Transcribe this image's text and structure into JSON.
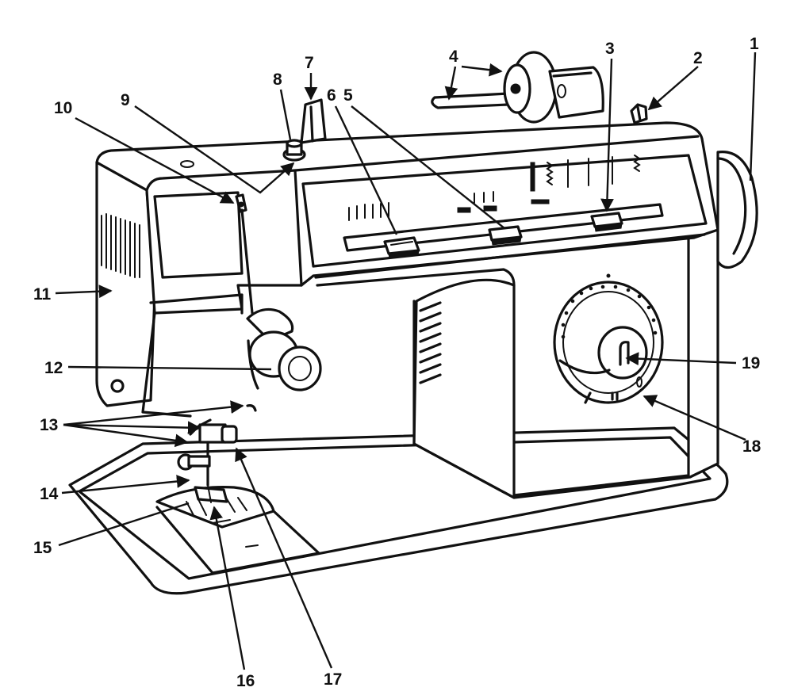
{
  "figure": {
    "subject": "sewing-machine",
    "callouts": [
      {
        "id": "c1",
        "label": "1"
      },
      {
        "id": "c2",
        "label": "2"
      },
      {
        "id": "c3",
        "label": "3"
      },
      {
        "id": "c4",
        "label": "4"
      },
      {
        "id": "c5",
        "label": "5"
      },
      {
        "id": "c6",
        "label": "6"
      },
      {
        "id": "c7",
        "label": "7"
      },
      {
        "id": "c8",
        "label": "8"
      },
      {
        "id": "c9",
        "label": "9"
      },
      {
        "id": "c10",
        "label": "10"
      },
      {
        "id": "c11",
        "label": "11"
      },
      {
        "id": "c12",
        "label": "12"
      },
      {
        "id": "c13",
        "label": "13"
      },
      {
        "id": "c14",
        "label": "14"
      },
      {
        "id": "c15",
        "label": "15"
      },
      {
        "id": "c16",
        "label": "16"
      },
      {
        "id": "c17",
        "label": "17"
      },
      {
        "id": "c18",
        "label": "18"
      },
      {
        "id": "c19",
        "label": "19"
      }
    ],
    "colors": {
      "ink": "#111111",
      "paper": "#ffffff"
    }
  }
}
